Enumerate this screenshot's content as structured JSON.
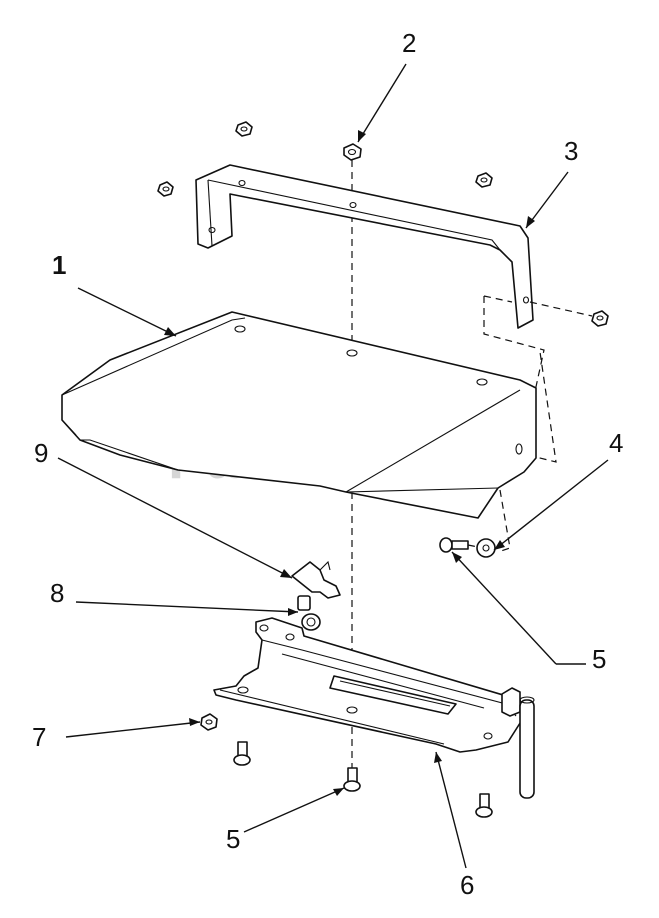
{
  "diagram": {
    "watermark": "PartsTree",
    "watermark_tm": "TM",
    "callouts": {
      "c1": "1",
      "c2": "2",
      "c3": "3",
      "c4": "4",
      "c5a": "5",
      "c5b": "5",
      "c6": "6",
      "c7": "7",
      "c8": "8",
      "c9": "9"
    }
  }
}
